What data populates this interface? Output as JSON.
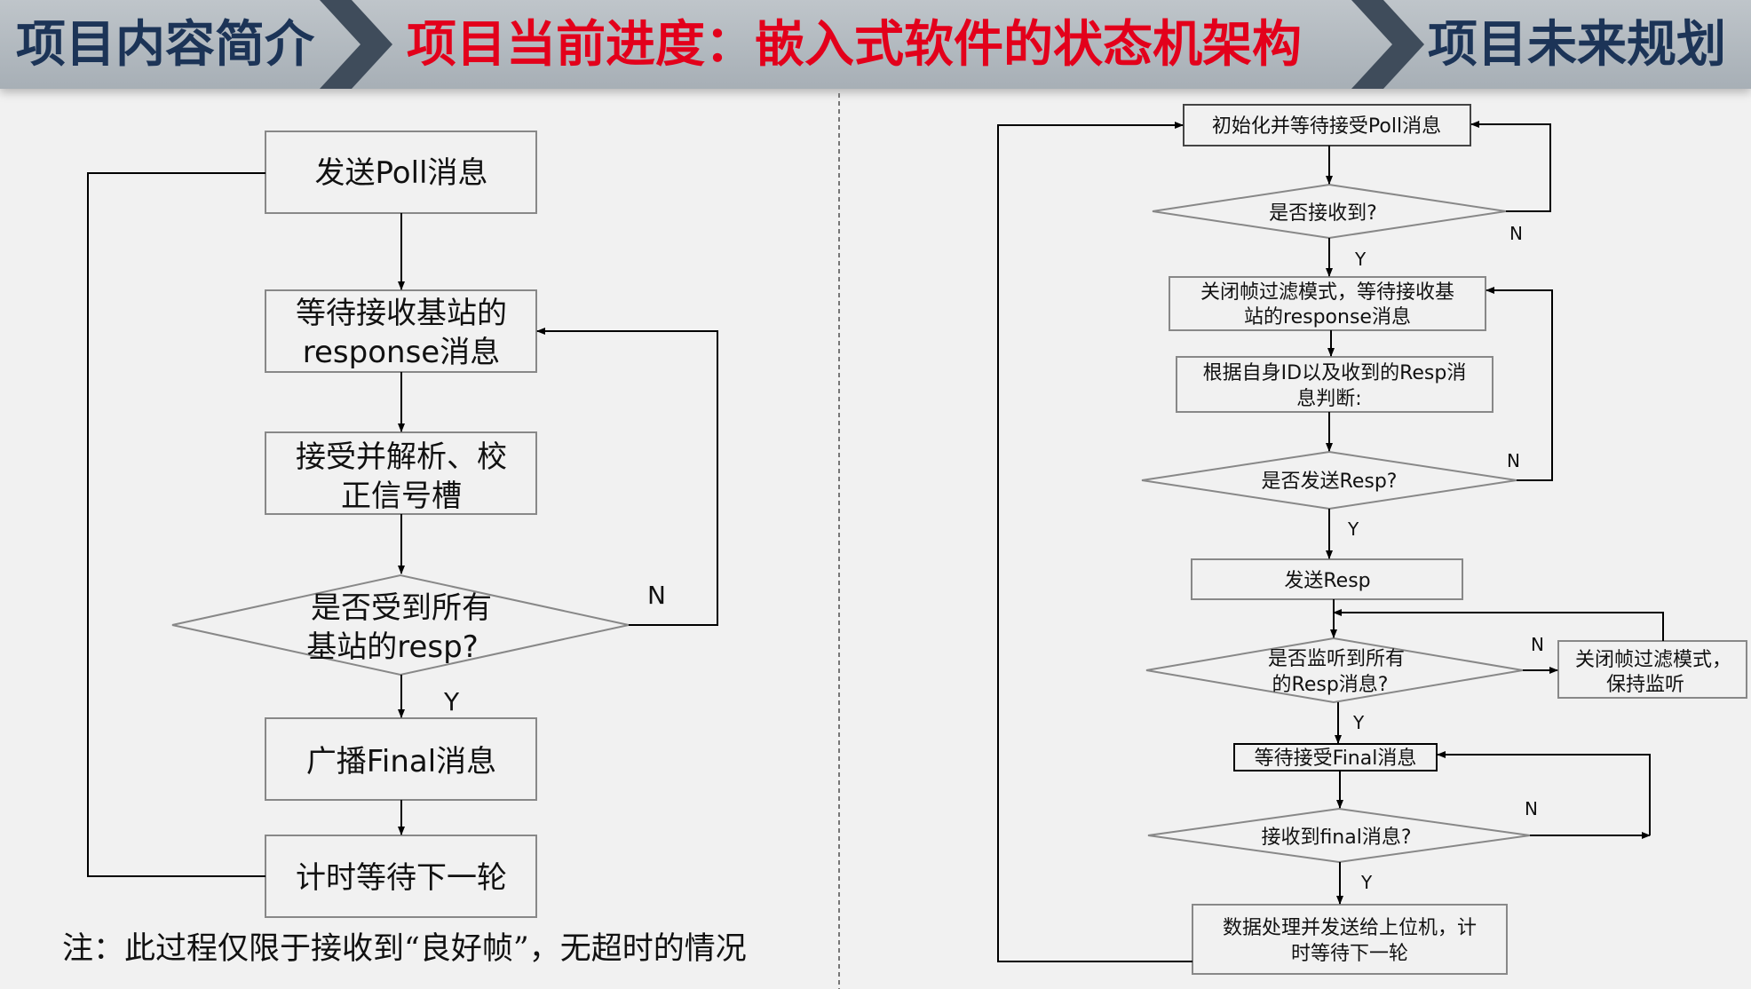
{
  "header": {
    "nav_left": "项目内容简介",
    "nav_current": "项目当前进度：嵌入式软件的状态机架构",
    "nav_right": "项目未来规划",
    "colors": {
      "bar": "#b3bbc2",
      "chevron": "#3f4c5b",
      "nav_text": "#1c3457",
      "current_text": "#e3001b"
    }
  },
  "left_flow": {
    "steps": {
      "send_poll": "发送Poll消息",
      "wait_response": [
        "等待接收基站的",
        "response消息"
      ],
      "parse_signal": [
        "接受并解析、校",
        "正信号槽"
      ],
      "check_all_resp": [
        "是否受到所有",
        "基站的resp?"
      ],
      "broadcast_final": "广播Final消息",
      "wait_next_round": "计时等待下一轮"
    },
    "labels": {
      "yes": "Y",
      "no": "N"
    },
    "note": "注：此过程仅限于接收到“良好帧”，无超时的情况"
  },
  "right_flow": {
    "steps": {
      "init_wait_poll": "初始化并等待接受Poll消息",
      "received_q": "是否接收到?",
      "close_filter_wait": [
        "关闭帧过滤模式，等待接收基",
        "站的response消息"
      ],
      "judge": [
        "根据自身ID以及收到的Resp消",
        "息判断:"
      ],
      "send_resp_q": "是否发送Resp?",
      "send_resp": "发送Resp",
      "monitor_q": [
        "是否监听到所有",
        "的Resp消息?"
      ],
      "close_filter_listen": [
        "关闭帧过滤模式，",
        "保持监听"
      ],
      "wait_final": "等待接受Final消息",
      "final_q": "接收到final消息?",
      "process_send": [
        "数据处理并发送给上位机，计",
        "时等待下一轮"
      ]
    },
    "labels": {
      "yes": "Y",
      "no": "N"
    }
  }
}
